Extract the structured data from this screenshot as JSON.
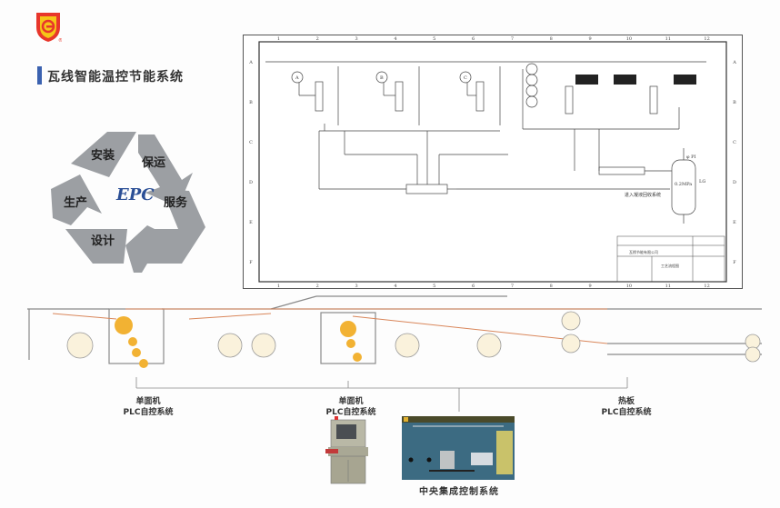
{
  "header": {
    "logo_icon": "company-shield-logo-icon",
    "title": "瓦线智能温控节能系统",
    "accent_color": "#3b62b0"
  },
  "epc_cycle": {
    "center": "EPC",
    "steps": [
      "安装",
      "保运",
      "服务",
      "设计",
      "生产"
    ]
  },
  "schematic": {
    "columns": [
      "1",
      "2",
      "3",
      "4",
      "5",
      "6",
      "7",
      "8",
      "9",
      "10",
      "11",
      "12"
    ],
    "rows": [
      "A",
      "B",
      "C",
      "D",
      "E",
      "F"
    ],
    "units": [
      "A",
      "B",
      "C"
    ],
    "tank_pressure": "0.2MPa",
    "tank_label": "LG",
    "tank_top_label": "φ PI",
    "recovery_note": "进入凝液回收系统",
    "titleblock_company": "瓦楞节能有限公司",
    "titleblock_drawing": "工艺流程图"
  },
  "production_line": {
    "labels": [
      {
        "line1": "单面机",
        "line2": "PLC自控系统"
      },
      {
        "line1": "单面机",
        "line2": "PLC自控系统"
      },
      {
        "line1": "热板",
        "line2": "PLC自控系统"
      }
    ],
    "line_color": "#d9865a",
    "roller_color": "#f2b233"
  },
  "central_control": {
    "label": "中央集成控制系统"
  }
}
